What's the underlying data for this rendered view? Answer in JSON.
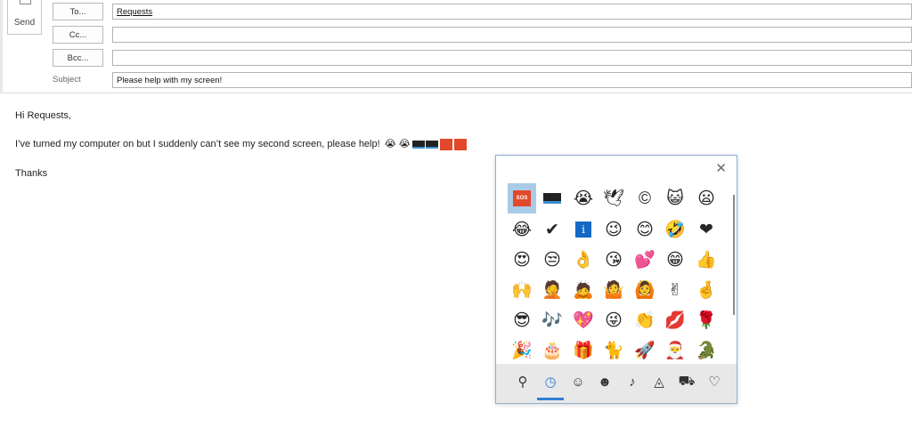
{
  "compose": {
    "send_label": "Send",
    "to_button": "To...",
    "cc_button": "Cc...",
    "bcc_button": "Bcc...",
    "subject_label": "Subject",
    "to_value": "Requests",
    "cc_value": "",
    "bcc_value": "",
    "subject_value": "Please help with my screen!"
  },
  "message": {
    "greeting": "Hi Requests,",
    "body": "I’ve turned my computer on but I suddenly can’t see my second screen, please help!",
    "inline_emojis": [
      "crying-face",
      "crying-face",
      "laptop",
      "laptop",
      "sos",
      "sos"
    ],
    "signoff": "Thanks"
  },
  "emoji_panel": {
    "close_label": "✕",
    "sos_label": "SOS",
    "info_label": "i",
    "rows": [
      [
        "sos",
        "laptop",
        "😭",
        "🕊",
        "©",
        "😺",
        "😦"
      ],
      [
        "😂",
        "✔",
        "info",
        "😉",
        "😊",
        "🤣",
        "❤"
      ],
      [
        "😍",
        "😒",
        "👌",
        "😘",
        "💕",
        "😁",
        "👍"
      ],
      [
        "🙌",
        "🤦",
        "🙇",
        "🤷",
        "🙆",
        "✌",
        "🤞"
      ],
      [
        "😎",
        "🎶",
        "💖",
        "😜",
        "👏",
        "💋",
        "🌹"
      ],
      [
        "🎉",
        "🎂",
        "🎁",
        "🐈",
        "🚀",
        "🎅",
        "🐊"
      ]
    ],
    "selected_index": 0,
    "tabs": [
      "search-icon",
      "recent-clock-icon",
      "smiley-icon",
      "people-icon",
      "balloon-icon",
      "pizza-icon",
      "car-icon",
      "heart-icon"
    ],
    "tab_glyphs": [
      "⚲",
      "◷",
      "☺",
      "☻",
      "♪",
      "◬",
      "⛟",
      "♡"
    ],
    "active_tab": 1
  },
  "colors": {
    "accent": "#2e7ed4",
    "selection": "#a9cbe8",
    "sos_red": "#e2482b"
  }
}
